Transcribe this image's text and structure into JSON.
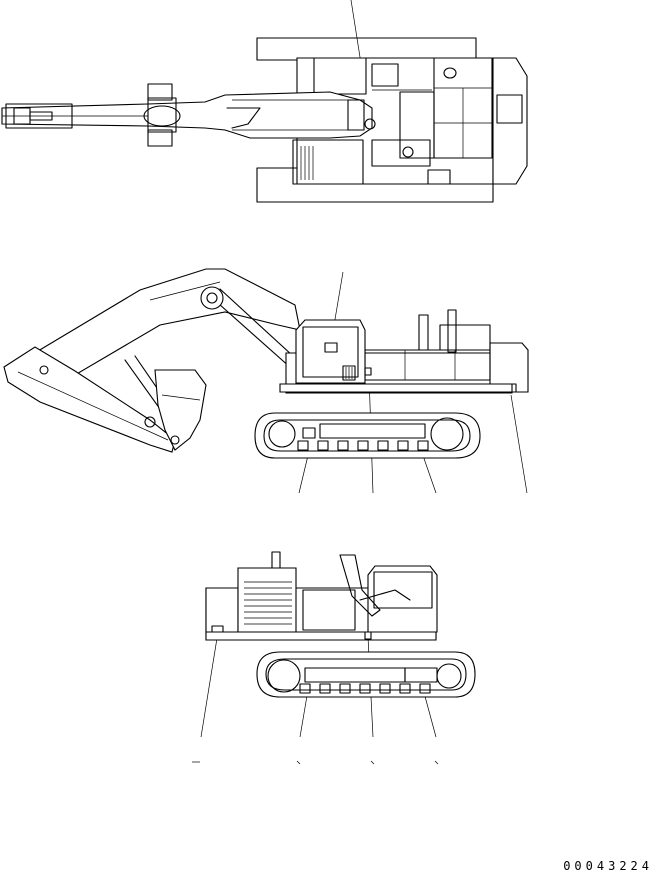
{
  "drawing_number": "00043224",
  "views": [
    {
      "id": "top-view",
      "callouts": 1
    },
    {
      "id": "left-side-view",
      "callouts": 5
    },
    {
      "id": "right-side-view",
      "callouts": 4
    }
  ]
}
